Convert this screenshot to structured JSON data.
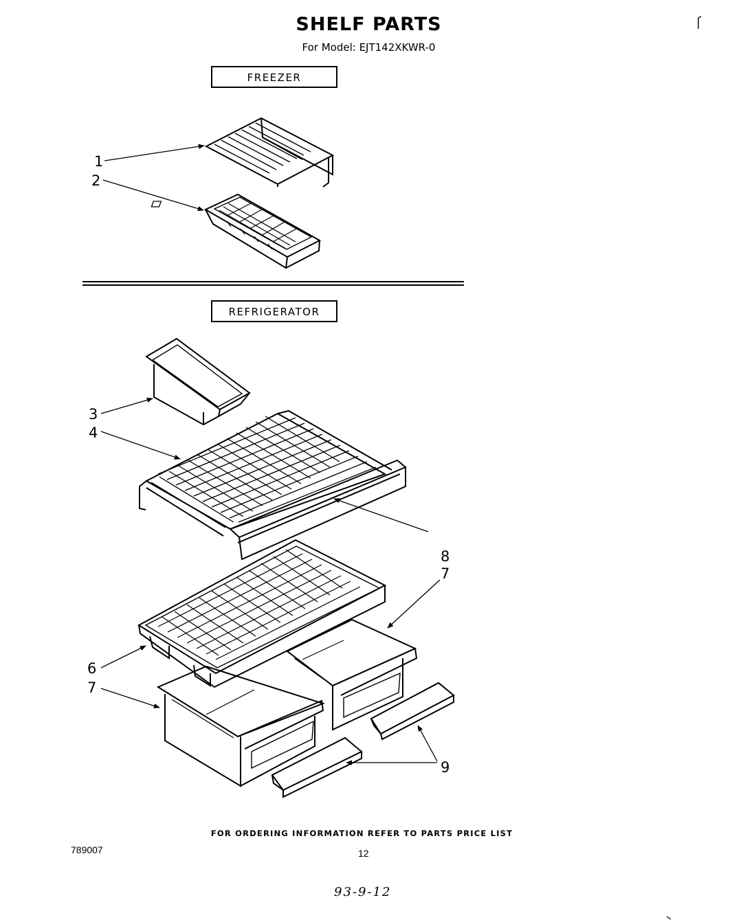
{
  "header": {
    "title": "SHELF PARTS",
    "subtitle": "For Model: EJT142XKWR-0"
  },
  "sections": {
    "freezer": "FREEZER",
    "refrigerator": "REFRIGERATOR"
  },
  "callouts": {
    "c1": "1",
    "c2": "2",
    "c3": "3",
    "c4": "4",
    "c8": "8",
    "c7a": "7",
    "c6": "6",
    "c7b": "7",
    "c9": "9"
  },
  "footer": {
    "ordering_note": "FOR ORDERING INFORMATION REFER TO PARTS PRICE LIST",
    "doc_number": "789007",
    "page_number": "12",
    "handwritten_date": "93-9-12"
  }
}
